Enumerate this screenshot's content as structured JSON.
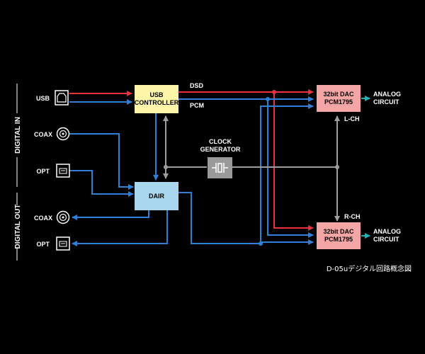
{
  "groups": {
    "digital_in": "DIGITAL IN",
    "digital_out": "DIGITAL OUT"
  },
  "inputs": {
    "usb": "USB",
    "coax": "COAX",
    "opt": "OPT"
  },
  "outputs": {
    "coax": "COAX",
    "opt": "OPT"
  },
  "blocks": {
    "usb_controller": [
      "USB",
      "CONTROLLER"
    ],
    "dair": "DAIR",
    "clock_generator": [
      "CLOCK",
      "GENERATOR"
    ],
    "dac_l": [
      "32bit DAC",
      "PCM1795"
    ],
    "dac_r": [
      "32bit DAC",
      "PCM1795"
    ],
    "analog_l": [
      "ANALOG",
      "CIRCUIT"
    ],
    "analog_r": [
      "ANALOG",
      "CIRCUIT"
    ]
  },
  "signals": {
    "dsd": "DSD",
    "pcm": "PCM",
    "lch": "L-CH",
    "rch": "R-CH"
  },
  "caption": "D-05uデジタル回路概念図",
  "colors": {
    "background": "#000000",
    "dsd_line": "#e8323c",
    "pcm_line": "#2e7fd8",
    "clock_line": "#9e9e9e",
    "analog_line": "#1fb3b3",
    "usb_controller_fill": "#fdf6a8",
    "dair_fill": "#a9d8ee",
    "clock_fill": "#9a9a9a",
    "dac_fill": "#f4a6a6"
  },
  "icons": {
    "usb": "usb-b-port-icon",
    "coax": "coaxial-jack-icon",
    "opt": "optical-jack-icon"
  }
}
